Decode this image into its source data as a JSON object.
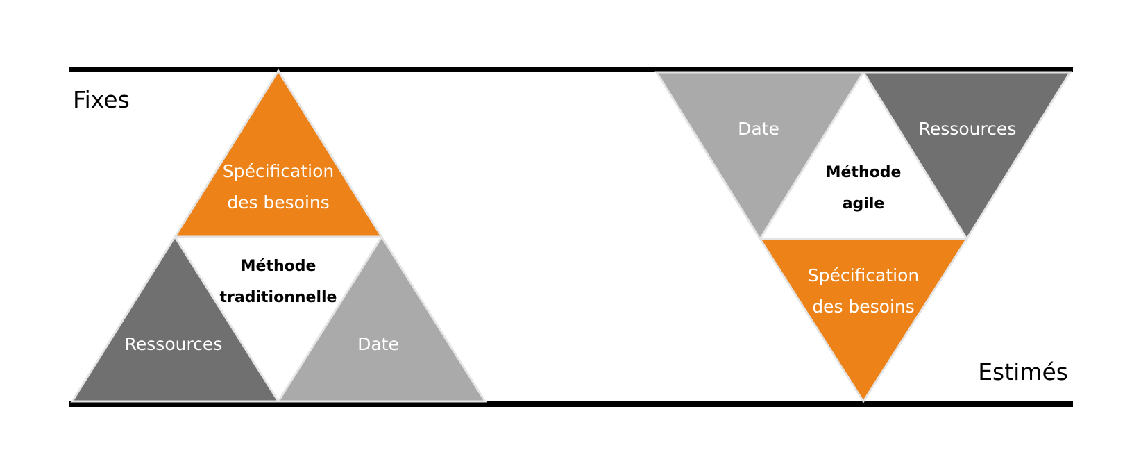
{
  "diagram": {
    "colors": {
      "specification": "#ec8218",
      "ressources": "#707070",
      "date": "#aaaaaa",
      "band": "#000000"
    },
    "corner_labels": {
      "top_left": "Fixes",
      "bottom_right": "Estimés"
    },
    "traditional": {
      "top": [
        "Spécification",
        "des besoins"
      ],
      "center": [
        "Méthode",
        "traditionnelle"
      ],
      "left": "Ressources",
      "right": "Date"
    },
    "agile": {
      "left": "Date",
      "right": "Ressources",
      "center": [
        "Méthode",
        "agile"
      ],
      "bottom": [
        "Spécification",
        "des besoins"
      ]
    }
  }
}
